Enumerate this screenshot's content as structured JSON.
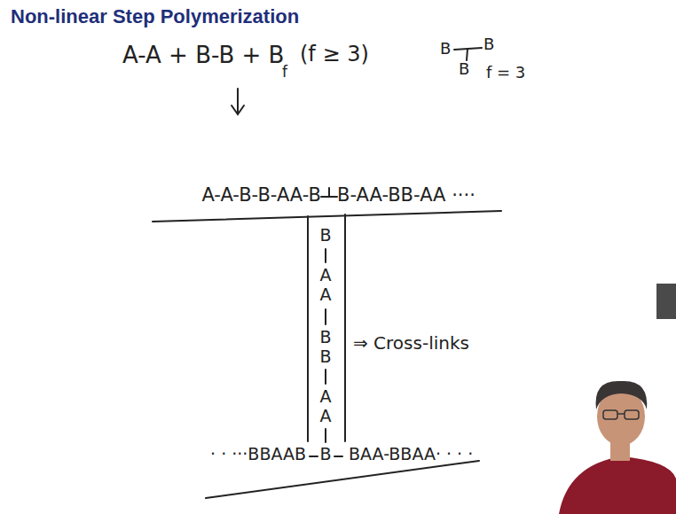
{
  "diagram": {
    "title": "Non-linear Step Polymerization",
    "labels": [
      "A-A + B-B + B",
      "f",
      "(f ≥ 3)",
      "B",
      "B",
      "B",
      "f = 3",
      "A-A-B-B-AA-B",
      "B-AA-BB-AA ····",
      "B",
      "A",
      "A",
      "B",
      "B",
      "A",
      "A",
      "⇒ Cross-links",
      "· · ···BBAAB",
      "B",
      "BAA-BBAA· · · ·"
    ]
  }
}
